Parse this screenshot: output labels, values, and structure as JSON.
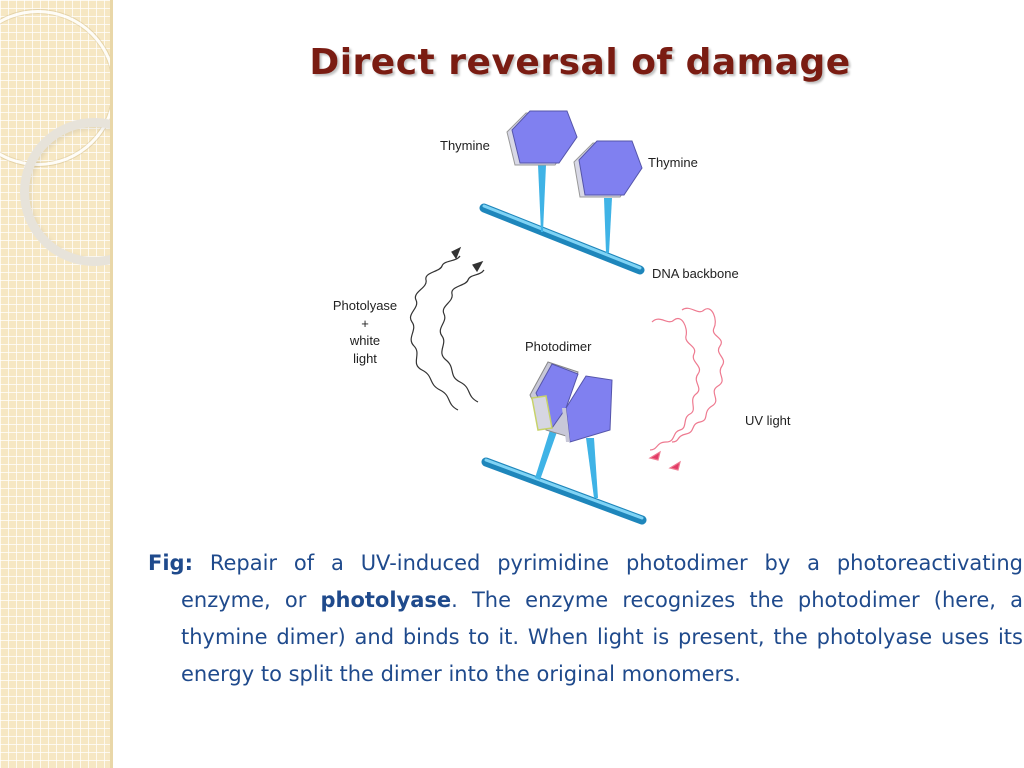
{
  "slide": {
    "title": "Direct reversal of damage"
  },
  "diagram": {
    "labels": {
      "thymine_left": "Thymine",
      "thymine_right": "Thymine",
      "dna_backbone": "DNA backbone",
      "photolyase_line1": "Photolyase",
      "photolyase_line2": "+",
      "photolyase_line3": "white",
      "photolyase_line4": "light",
      "photodimer": "Photodimer",
      "uv_light": "UV light"
    },
    "colors": {
      "base_fill": "#8080f0",
      "base_side": "#c8c8d8",
      "backbone": "#3fb3e6",
      "white_light_wave": "#333333",
      "uv_wave": "#e8607a"
    }
  },
  "caption": {
    "prefix": "Fig:",
    "text_1": " Repair of a UV-induced pyrimidine photodimer by a photoreactivating enzyme, or ",
    "bold_term": "photolyase",
    "text_2": ". The enzyme recognizes the photodimer (here, a thymine dimer) and binds to it. When light is present, the photolyase uses its energy to split the dimer into the original monomers."
  }
}
